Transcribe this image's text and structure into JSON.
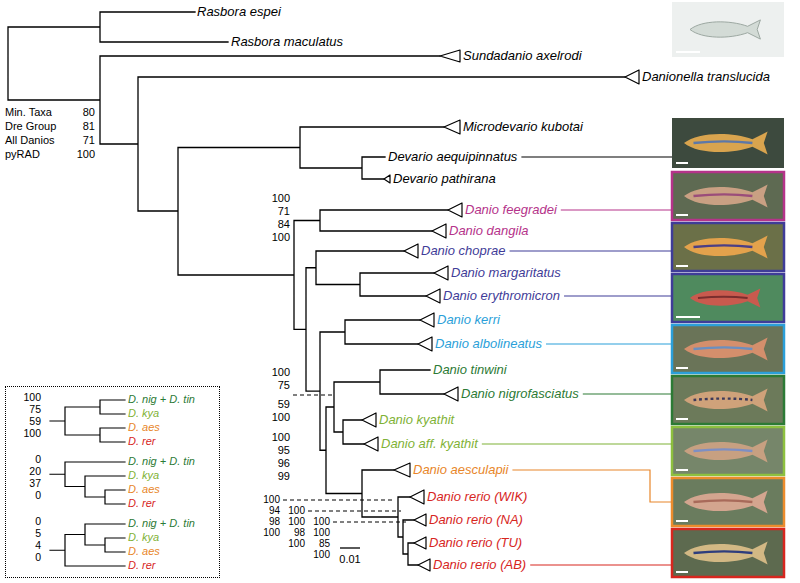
{
  "diagram": {
    "nodes": [
      {
        "text": [
          "100",
          "75",
          "59",
          "100",
          "D. nig + D. tin",
          "D. kya",
          "D. aes",
          "D. rer",
          "0",
          "20",
          "37",
          "0",
          "D. nig + D. tin",
          "D. kya",
          "D. aes",
          "D. rer",
          "0",
          "5",
          "4",
          "0",
          "D. nig + D. tin",
          "D. kya",
          "D. aes",
          "D. rer"
        ]
      }
    ],
    "labels": [
      "Rasbora espei",
      "Rasbora maculatus",
      "Sundadanio axelrodi",
      "Danionella translucida",
      "Microdevario kubotai",
      "Min. Taxa",
      "80",
      "Dre Group",
      "81",
      "All Danios",
      "71",
      "pyRAD",
      "100",
      "Devario aequipinnatus",
      "Devario pathirana",
      "100",
      "71",
      "84",
      "100",
      "Danio feegradei",
      "Danio dangila",
      "Danio choprae",
      "Danio margaritatus",
      "Danio erythromicron",
      "Danio kerri",
      "Danio albolineatus",
      "Danio tinwini",
      "100",
      "75",
      "59",
      "100",
      "Danio nigrofasciatus",
      "Danio kyathit",
      "100",
      "95",
      "96",
      "99",
      "Danio aff. kyathit",
      "Danio aesculapii",
      "Danio rerio (WIK)",
      "100",
      "94",
      "98",
      "100",
      "100",
      "100",
      "98",
      "100",
      "100",
      "100",
      "85",
      "100",
      "Danio rerio (NA)",
      "Danio rerio (TU)",
      "Danio rerio (AB)",
      "0.01"
    ]
  }
}
